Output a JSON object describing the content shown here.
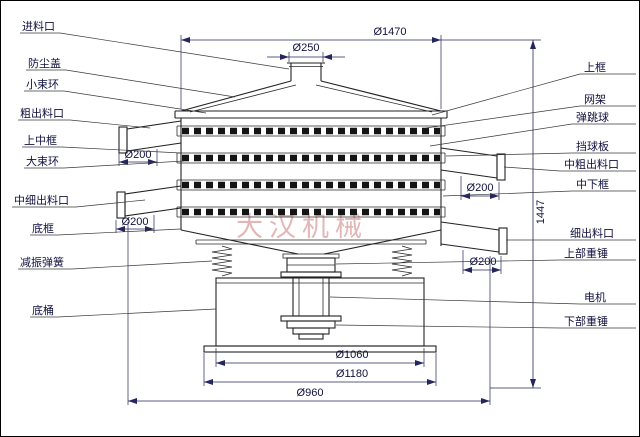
{
  "watermark": "大汉机械",
  "labels_left": [
    "进料口",
    "防尘盖",
    "小束环",
    "粗出料口",
    "上中框",
    "大束环",
    "中细出料口",
    "底框",
    "减振弹簧",
    "底桶"
  ],
  "labels_right": [
    "上框",
    "网架",
    "弹跳球",
    "挡球板",
    "中粗出料口",
    "中下框",
    "细出料口",
    "上部重锤",
    "电机",
    "下部重锤"
  ],
  "dimensions": {
    "top_diameter": "Ø1470",
    "inlet_diameter": "Ø250",
    "left_upper_outlet": "Ø200",
    "left_lower_outlet": "Ø200",
    "right_upper_outlet": "Ø200",
    "right_lower_outlet": "Ø200",
    "total_height": "1447",
    "barrel_diameter": "Ø1060",
    "base_diameter": "Ø1180",
    "bottom_span": "Ø960"
  }
}
